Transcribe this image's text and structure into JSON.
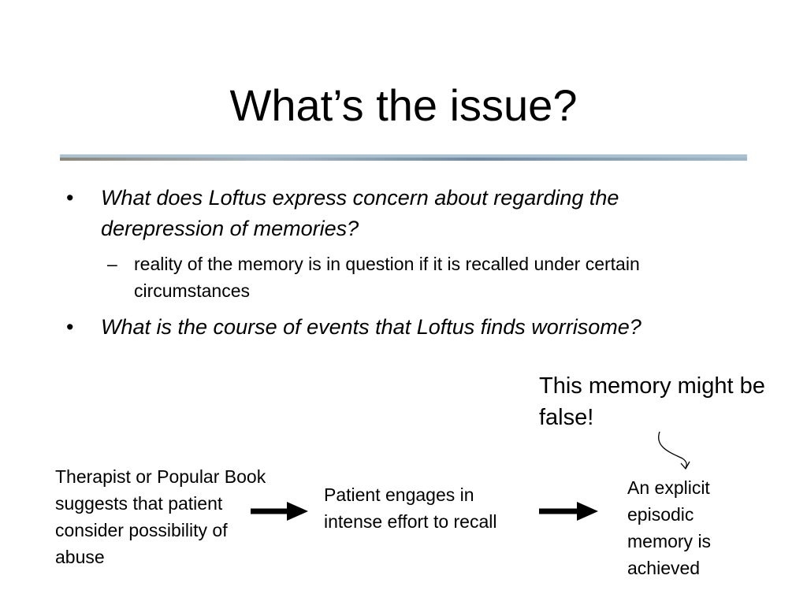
{
  "slide": {
    "title": "What’s the issue?",
    "bullets": [
      {
        "text": "What does Loftus express concern about regarding the derepression of memories?",
        "sub": [
          "reality of the memory is in question if it is recalled under certain circumstances"
        ]
      },
      {
        "text": "What is the course of events that Loftus finds worrisome?",
        "sub": []
      }
    ],
    "callout": "This memory might be false!",
    "flow": [
      "Therapist or Popular Book suggests that patient consider possibility of abuse",
      "Patient engages in intense effort to recall",
      "An explicit episodic memory is achieved"
    ],
    "bullet_glyph": "•",
    "sub_glyph": "–"
  }
}
